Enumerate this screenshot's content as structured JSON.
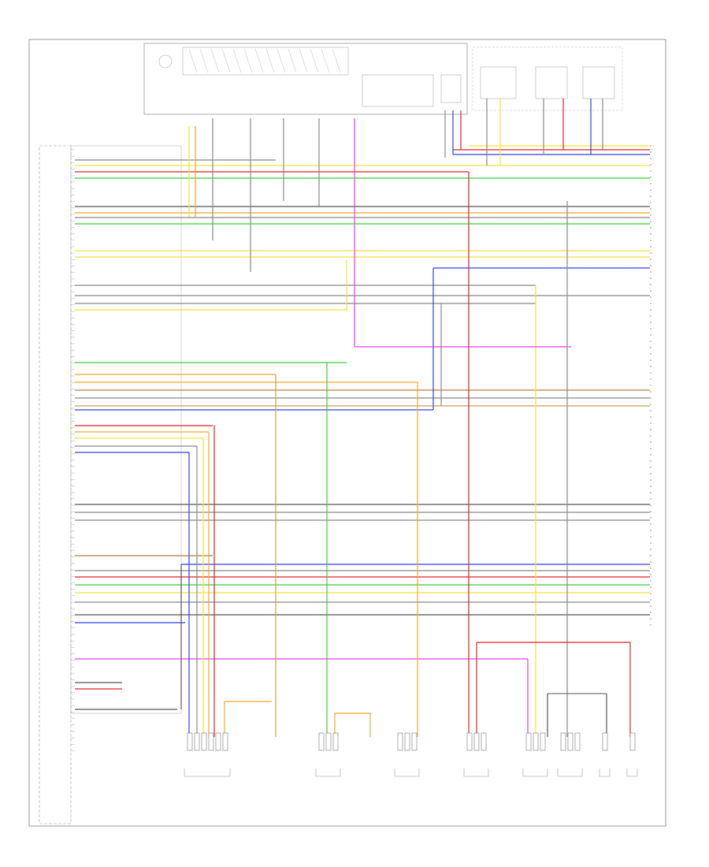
{
  "diagram": {
    "figure_id": "",
    "components": [
      {
        "id": "ecm",
        "label": ""
      },
      {
        "id": "sensor-1",
        "label": ""
      },
      {
        "id": "sensor-2",
        "label": ""
      },
      {
        "id": "sensor-3",
        "label": ""
      },
      {
        "id": "sensor-4",
        "label": ""
      },
      {
        "id": "sensor-5",
        "label": ""
      },
      {
        "id": "sensor-6",
        "label": ""
      }
    ],
    "wire_colors": {
      "red": "#e0202a",
      "orange": "#f5a623",
      "yellow": "#f2e23a",
      "green": "#3ccc3c",
      "blue": "#3040e0",
      "violet": "#e040e0",
      "gray": "#888888",
      "brown": "#b08040",
      "black": "#555555",
      "tan": "#c8a050"
    }
  }
}
